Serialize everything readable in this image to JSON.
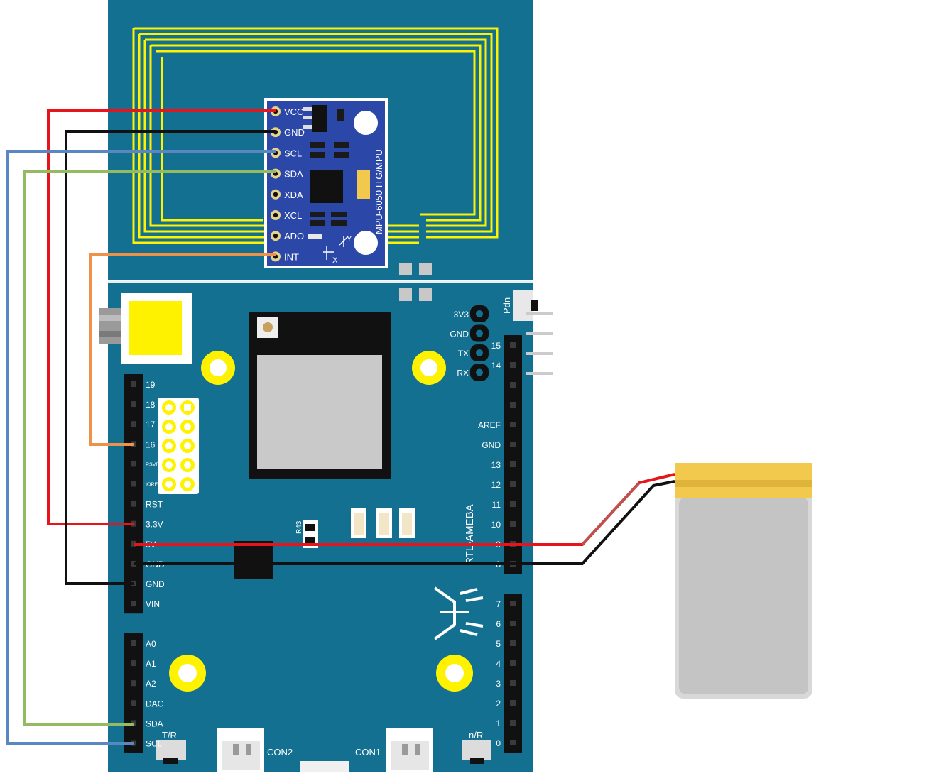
{
  "sensor": {
    "pins": [
      "VCC",
      "GND",
      "SCL",
      "SDA",
      "XDA",
      "XCL",
      "ADO",
      "INT"
    ],
    "chip_label": "MPU-6050 ITG/MPU",
    "axis_x": "X",
    "axis_y": "Y"
  },
  "board": {
    "left_top_header": [
      "19",
      "18",
      "17",
      "16",
      "",
      "",
      "RST",
      "3.3V",
      "5V",
      "GND",
      "GND",
      "VIN"
    ],
    "left_top_small": [
      "RSVD",
      "IOREF"
    ],
    "left_bottom_header": [
      "A0",
      "A1",
      "A2",
      "DAC",
      "SDA",
      "SCL"
    ],
    "right_top_header": [
      "15",
      "14",
      "",
      "",
      "AREF",
      "GND",
      "13",
      "12",
      "11",
      "10",
      "9",
      "8"
    ],
    "right_bottom_header": [
      "7",
      "6",
      "5",
      "4",
      "3",
      "2",
      "1",
      "0"
    ],
    "uart_header": [
      "3V3",
      "GND",
      "TX",
      "RX"
    ],
    "pdn_label": "Pdn",
    "brand_label": "RTL-AMEBA",
    "resistor_label": "R43",
    "tr_label": "T/R",
    "nr_label": "n/R",
    "con2_label": "CON2",
    "con1_label": "CON1"
  },
  "wire_colors": {
    "vcc": "#e8141b",
    "gnd": "#111111",
    "scl": "#5a86c2",
    "sda": "#95bb62",
    "int": "#f0914a",
    "battery_red": "#c0504d"
  },
  "board_color": "#137090",
  "antenna_color": "#fff200"
}
